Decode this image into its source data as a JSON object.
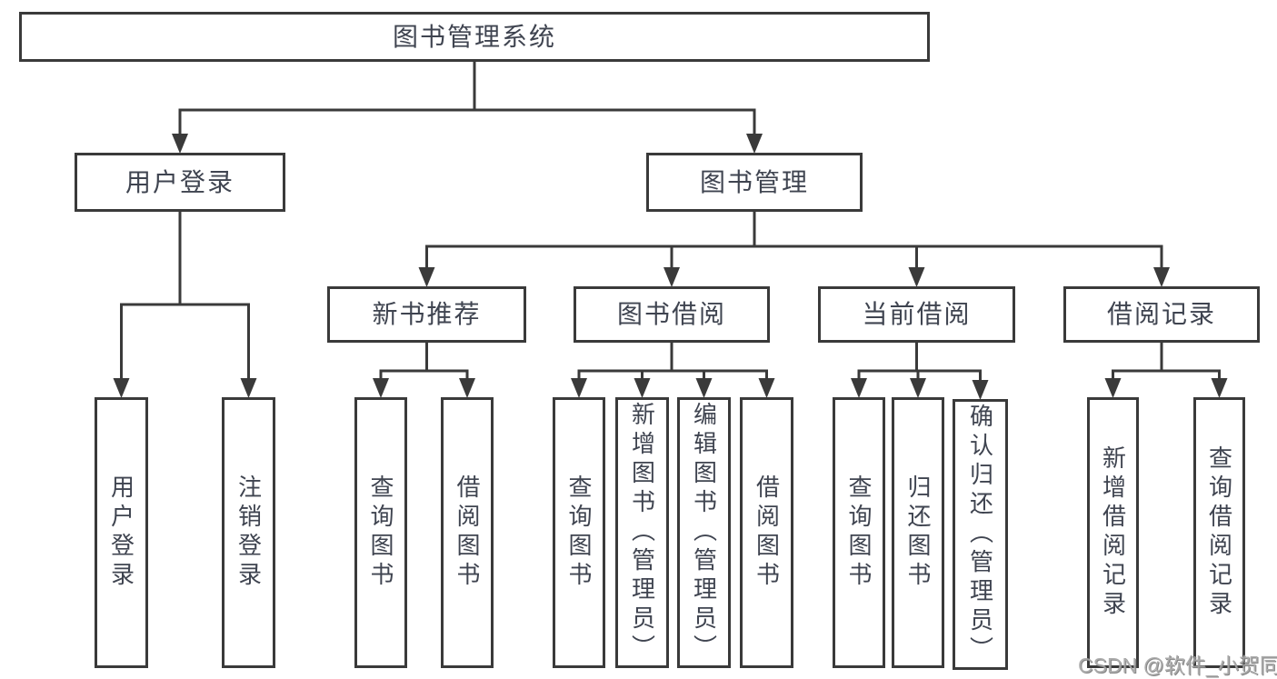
{
  "watermark": "CSDN @软件_小贺同学",
  "colors": {
    "line": "#3a3a3a",
    "box_border": "#3a3a3a",
    "text": "#3f4450",
    "watermark": "#a6a6a6",
    "background": "#ffffff"
  },
  "nodes": [
    {
      "id": "root",
      "label": "图书管理系统",
      "parent": null,
      "level": 1
    },
    {
      "id": "user-login",
      "label": "用户登录",
      "parent": "root",
      "level": 2
    },
    {
      "id": "book-mgmt",
      "label": "图书管理",
      "parent": "root",
      "level": 2
    },
    {
      "id": "new-book-rec",
      "label": "新书推荐",
      "parent": "book-mgmt",
      "level": 3
    },
    {
      "id": "book-borrow",
      "label": "图书借阅",
      "parent": "book-mgmt",
      "level": 3
    },
    {
      "id": "current-borrow",
      "label": "当前借阅",
      "parent": "book-mgmt",
      "level": 3
    },
    {
      "id": "borrow-records",
      "label": "借阅记录",
      "parent": "book-mgmt",
      "level": 3
    },
    {
      "id": "leaf-user-login",
      "label": "用户登录",
      "parent": "user-login",
      "level": 4
    },
    {
      "id": "leaf-logout",
      "label": "注销登录",
      "parent": "user-login",
      "level": 4
    },
    {
      "id": "leaf-query-books-1",
      "label": "查询图书",
      "parent": "new-book-rec",
      "level": 4
    },
    {
      "id": "leaf-borrow-books-1",
      "label": "借阅图书",
      "parent": "new-book-rec",
      "level": 4
    },
    {
      "id": "leaf-query-books-2",
      "label": "查询图书",
      "parent": "book-borrow",
      "level": 4
    },
    {
      "id": "leaf-add-books",
      "label": "新增图书（管理员）",
      "parent": "book-borrow",
      "level": 4
    },
    {
      "id": "leaf-edit-books",
      "label": "编辑图书（管理员）",
      "parent": "book-borrow",
      "level": 4
    },
    {
      "id": "leaf-borrow-books-2",
      "label": "借阅图书",
      "parent": "book-borrow",
      "level": 4
    },
    {
      "id": "leaf-query-books-3",
      "label": "查询图书",
      "parent": "current-borrow",
      "level": 4
    },
    {
      "id": "leaf-return-books",
      "label": "归还图书",
      "parent": "current-borrow",
      "level": 4
    },
    {
      "id": "leaf-confirm-return",
      "label": "确认归还（管理员）",
      "parent": "current-borrow",
      "level": 4
    },
    {
      "id": "leaf-add-borrow-rec",
      "label": "新增借阅记录",
      "parent": "borrow-records",
      "level": 4
    },
    {
      "id": "leaf-query-borrow-rec",
      "label": "查询借阅记录",
      "parent": "borrow-records",
      "level": 4
    }
  ]
}
